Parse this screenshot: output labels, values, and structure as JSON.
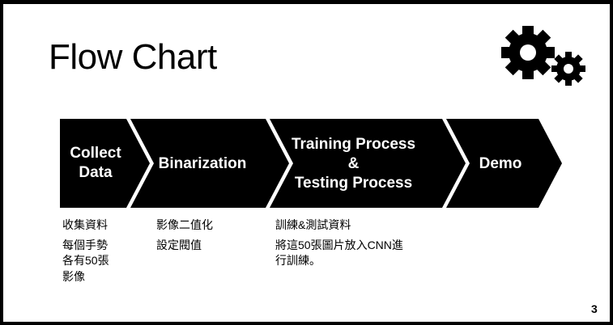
{
  "slide": {
    "title": "Flow Chart",
    "page_number": "3",
    "icon": "gears-icon"
  },
  "stages": [
    {
      "label_lines": [
        "Collect",
        "Data"
      ]
    },
    {
      "label_lines": [
        "Binarization"
      ]
    },
    {
      "label_lines": [
        "Training Process",
        "&",
        "Testing Process"
      ]
    },
    {
      "label_lines": [
        "Demo"
      ]
    }
  ],
  "descriptions": {
    "collect": {
      "heading": "收集資料",
      "detail_lines": [
        "每個手勢",
        "各有50張",
        "影像"
      ]
    },
    "binarization": {
      "heading": "影像二值化",
      "detail_lines": [
        "設定閥值"
      ]
    },
    "training": {
      "heading": "訓練&測試資料",
      "detail_lines": [
        "將這50張圖片放入CNN進",
        "行訓練。"
      ]
    }
  },
  "colors": {
    "background": "#000000",
    "slide": "#ffffff",
    "chevron": "#000000",
    "text": "#000000"
  }
}
